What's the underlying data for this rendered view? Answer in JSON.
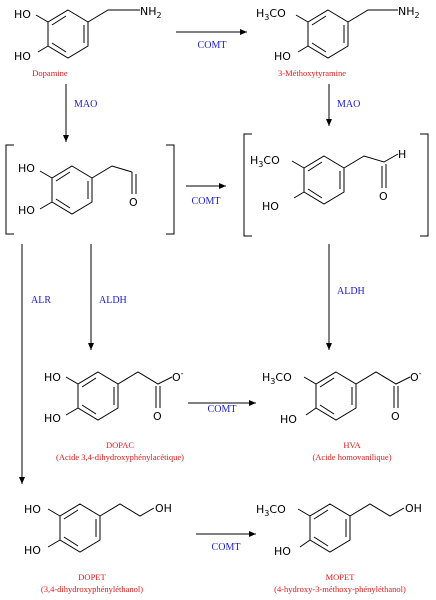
{
  "compounds": {
    "dopamine": {
      "name": "Dopamine"
    },
    "methoxytyramine": {
      "name": "3-Méthoxytyramine"
    },
    "dopac": {
      "name": "DOPAC",
      "subtitle": "(Acide 3,4-dihydroxyphénylacétique)"
    },
    "hva": {
      "name": "HVA",
      "subtitle": "(Acide homovanilique)"
    },
    "dopet": {
      "name": "DOPET",
      "subtitle": "(3,4-dihydroxyphényléthanol)"
    },
    "mopet": {
      "name": "MOPET",
      "subtitle": "(4-hydroxy-3-méthoxy-phényléthanol)"
    }
  },
  "enzymes": {
    "comt_1": "COMT",
    "comt_2": "COMT",
    "comt_3": "COMT",
    "comt_4": "COMT",
    "mao_1": "MAO",
    "mao_2": "MAO",
    "alr": "ALR",
    "aldh_1": "ALDH",
    "aldh_2": "ALDH"
  },
  "atoms": {
    "ho": "HO",
    "oh": "OH",
    "nh": "NH",
    "nh_sub": "2",
    "h3c": "H",
    "h3c_sub": "3",
    "h3c_tail": "C",
    "o": "O",
    "h": "H",
    "o_minus": "O",
    "minus": "-"
  },
  "colors": {
    "enzyme": "#1a1ad6",
    "name": "#e01818",
    "structure": "#000000"
  }
}
